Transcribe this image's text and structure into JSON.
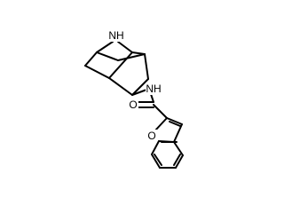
{
  "molecule": {
    "atoms": [
      {
        "id": "nh_bridge",
        "label": "NH"
      },
      {
        "id": "nh_amide",
        "label": "NH"
      },
      {
        "id": "o_carbonyl",
        "label": "O"
      },
      {
        "id": "o_furan",
        "label": "O"
      }
    ]
  }
}
